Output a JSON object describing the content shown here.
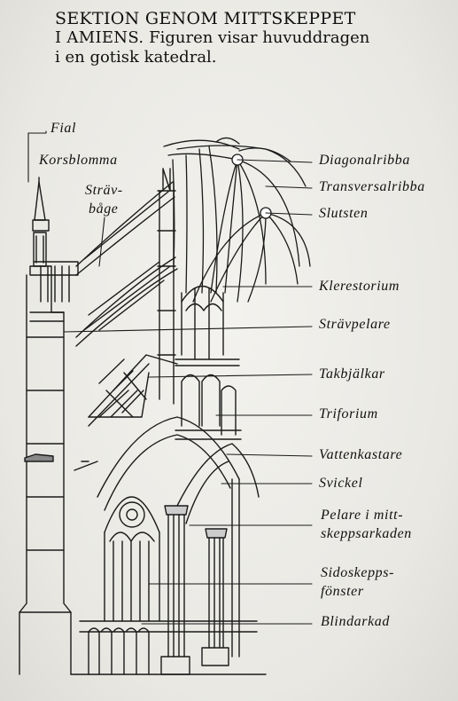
{
  "heading": {
    "line1": "SEKTION GENOM MITTSKEPPET",
    "line2_caps": "I AMIENS.",
    "line2_rest": " Figuren visar huvuddragen",
    "line3": "i en gotisk katedral."
  },
  "labels": {
    "fial": "Fial",
    "korsblomma": "Korsblomma",
    "stravbage_1": "Strävbåge",
    "stravbage_l1": "Strävbåge",
    "diagonalribba": "Diagonalribba",
    "transversalribba": "Transversalribba",
    "slutsten": "Slutsten",
    "klerestorium": "Klerestorium",
    "stravpelare": "Strävpelare",
    "takbjalkar": "Takbjälkar",
    "triforium": "Triforium",
    "vattenkastare": "Vattenkastare",
    "svickel": "Svickel",
    "pelare_l1": "Pelare i mitt-",
    "pelare_l2": "skeppsarkaden",
    "sidoskepps_l1": "Sidoskepps-",
    "sidoskepps_l2": "fönster",
    "blindarkad": "Blindarkad"
  },
  "stravbage_lines": [
    "Sträv-",
    "båge"
  ],
  "colors": {
    "ink": "#111111",
    "paper": "#ecebe6"
  }
}
